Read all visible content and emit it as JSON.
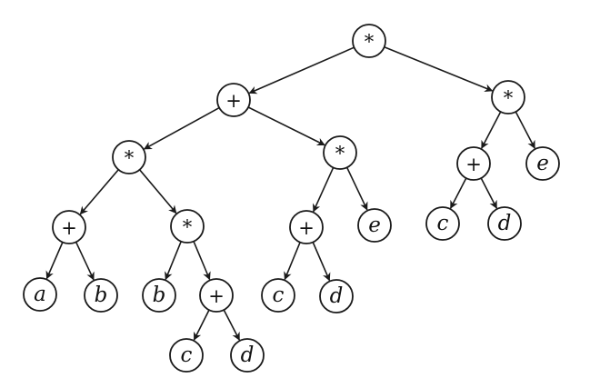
{
  "tree": {
    "nodes": [
      {
        "id": "n0",
        "label": "*"
      },
      {
        "id": "n1",
        "label": "+"
      },
      {
        "id": "n2",
        "label": "*"
      },
      {
        "id": "n3",
        "label": "*"
      },
      {
        "id": "n4",
        "label": "+"
      },
      {
        "id": "n5",
        "label": "e"
      },
      {
        "id": "n6",
        "label": "*"
      },
      {
        "id": "n7",
        "label": "+"
      },
      {
        "id": "n8",
        "label": "e"
      },
      {
        "id": "n9",
        "label": "c"
      },
      {
        "id": "n10",
        "label": "d"
      },
      {
        "id": "n11",
        "label": "+"
      },
      {
        "id": "n12",
        "label": "*"
      },
      {
        "id": "n13",
        "label": "a"
      },
      {
        "id": "n14",
        "label": "b"
      },
      {
        "id": "n15",
        "label": "b"
      },
      {
        "id": "n16",
        "label": "+"
      },
      {
        "id": "n17",
        "label": "c"
      },
      {
        "id": "n18",
        "label": "d"
      },
      {
        "id": "n19",
        "label": "c"
      },
      {
        "id": "n20",
        "label": "d"
      }
    ],
    "edges": [
      [
        "n0",
        "n1"
      ],
      [
        "n0",
        "n3"
      ],
      [
        "n3",
        "n4"
      ],
      [
        "n3",
        "n5"
      ],
      [
        "n4",
        "n9"
      ],
      [
        "n4",
        "n10"
      ],
      [
        "n1",
        "n2"
      ],
      [
        "n1",
        "n6"
      ],
      [
        "n6",
        "n7"
      ],
      [
        "n6",
        "n8"
      ],
      [
        "n7",
        "n17"
      ],
      [
        "n7",
        "n18"
      ],
      [
        "n2",
        "n11"
      ],
      [
        "n2",
        "n12"
      ],
      [
        "n11",
        "n13"
      ],
      [
        "n11",
        "n14"
      ],
      [
        "n12",
        "n15"
      ],
      [
        "n12",
        "n16"
      ],
      [
        "n16",
        "n19"
      ],
      [
        "n16",
        "n20"
      ]
    ]
  }
}
